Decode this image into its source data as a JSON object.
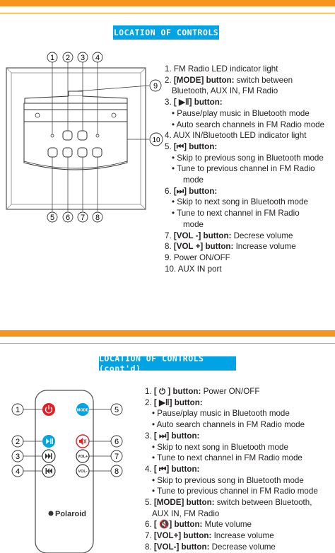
{
  "section1": {
    "title": "LOCATION OF CONTROLS",
    "callouts_top": [
      "1",
      "2",
      "3",
      "4"
    ],
    "callouts_bottom": [
      "5",
      "6",
      "7",
      "8"
    ],
    "callout_9": "9",
    "callout_10": "10",
    "items": [
      {
        "type": "plain",
        "text": "1. FM Radio LED indicator light"
      },
      {
        "type": "bold",
        "num": "2. ",
        "bold": "[MODE] button:",
        "rest": " switch between"
      },
      {
        "type": "cont",
        "text": "Bluetooth, AUX IN, FM Radio"
      },
      {
        "type": "bold",
        "num": "3. ",
        "bold": "[ ▶‖] button:",
        "rest": ""
      },
      {
        "type": "bullet",
        "text": "• Pause/play music in Bluetooth mode"
      },
      {
        "type": "bullet",
        "text": "• Auto search channels in FM Radio mode"
      },
      {
        "type": "plain",
        "text": "4. AUX IN/Bluetooth LED indicator light"
      },
      {
        "type": "bold",
        "num": "5. ",
        "bold": "[⏮] button:",
        "rest": ""
      },
      {
        "type": "bullet",
        "text": "• Skip to previous song in Bluetooth mode"
      },
      {
        "type": "bullet",
        "text": "• Tune to previous channel in FM Radio"
      },
      {
        "type": "cont2",
        "text": "mode"
      },
      {
        "type": "bold",
        "num": "6. ",
        "bold": "[⏭] button:",
        "rest": ""
      },
      {
        "type": "bullet",
        "text": "•  Skip to next song in Bluetooth mode"
      },
      {
        "type": "bullet",
        "text": "•  Tune to next channel in FM Radio"
      },
      {
        "type": "cont2",
        "text": "mode"
      },
      {
        "type": "bold",
        "num": "7. ",
        "bold": "[VOL -] button:",
        "rest": " Decrese volume"
      },
      {
        "type": "bold",
        "num": "8. ",
        "bold": "[VOL +] button:",
        "rest": " Increase volume"
      },
      {
        "type": "plain",
        "text": "9. Power ON/OFF"
      },
      {
        "type": "plain",
        "text": "10. AUX IN port"
      }
    ]
  },
  "section2": {
    "title": "LOCATION OF CONTROLS (cont'd)",
    "remote_callouts": [
      "1",
      "2",
      "3",
      "4",
      "5",
      "6",
      "7",
      "8"
    ],
    "remote_labels": {
      "mode": "MODE",
      "vol_plus": "VOL+",
      "vol_minus": "VOL-",
      "brand": "Polaroid"
    },
    "items": [
      {
        "type": "bold",
        "num": "1. ",
        "bold": "[ ⏻ ] button:",
        "rest": " Power ON/OFF"
      },
      {
        "type": "bold",
        "num": "2. ",
        "bold": "[ ▶‖] button:",
        "rest": ""
      },
      {
        "type": "bullet",
        "text": "• Pause/play music in Bluetooth mode"
      },
      {
        "type": "bullet",
        "text": "• Auto search channels in FM Radio mode"
      },
      {
        "type": "bold",
        "num": "3. ",
        "bold": "[ ⏭] button:",
        "rest": ""
      },
      {
        "type": "bullet",
        "text": "•  Skip to next song in Bluetooth mode"
      },
      {
        "type": "bullet",
        "text": "•  Tune to next channel in FM Radio mode"
      },
      {
        "type": "bold",
        "num": "4. ",
        "bold": "[ ⏮] button:",
        "rest": ""
      },
      {
        "type": "bullet",
        "text": "• Skip to previous song in Bluetooth mode"
      },
      {
        "type": "bullet",
        "text": "• Tune to previous channel in FM Radio mode"
      },
      {
        "type": "bold",
        "num": "5. ",
        "bold": "[MODE] button:",
        "rest": " switch between Bluetooth,"
      },
      {
        "type": "cont",
        "text": "AUX IN, FM Radio"
      },
      {
        "type": "bold",
        "num": "6. ",
        "bold": "[ 🔇] button:",
        "rest": " Mute volume"
      },
      {
        "type": "bold",
        "num": "7. ",
        "bold": "[VOL+] button:",
        "rest": " Increase volume"
      },
      {
        "type": "bold",
        "num": "8. ",
        "bold": "[VOL-] button:",
        "rest": " Decrease volume"
      }
    ]
  },
  "colors": {
    "orange": "#f7941d",
    "blue": "#00a4e4",
    "red": "#e31e24"
  }
}
